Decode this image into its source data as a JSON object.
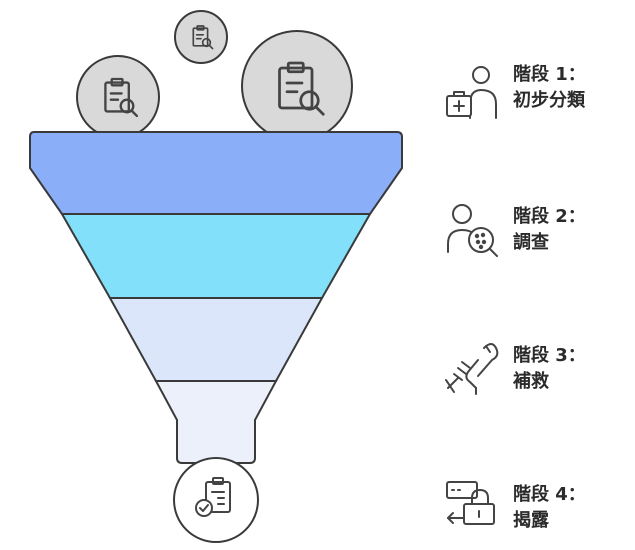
{
  "stages": [
    {
      "title": "階段 1：",
      "subtitle": "初步分類",
      "icon": "medical-kit-person-icon",
      "color": "#8aaef7"
    },
    {
      "title": "階段 2：",
      "subtitle": "調查",
      "icon": "person-magnifier-icon",
      "color": "#82e0fa"
    },
    {
      "title": "階段 3：",
      "subtitle": "補救",
      "icon": "hand-wrench-icon",
      "color": "#dbe6fb"
    },
    {
      "title": "階段 4：",
      "subtitle": "揭露",
      "icon": "unlock-exit-icon",
      "color": "#ebf0fb"
    }
  ],
  "input_icon": "clipboard-search-icon",
  "output_icon": "clipboard-check-icon",
  "colors": {
    "stroke": "#3a3a3a",
    "circle_fill": "#d9d9d9",
    "icon_stroke": "#444444"
  }
}
